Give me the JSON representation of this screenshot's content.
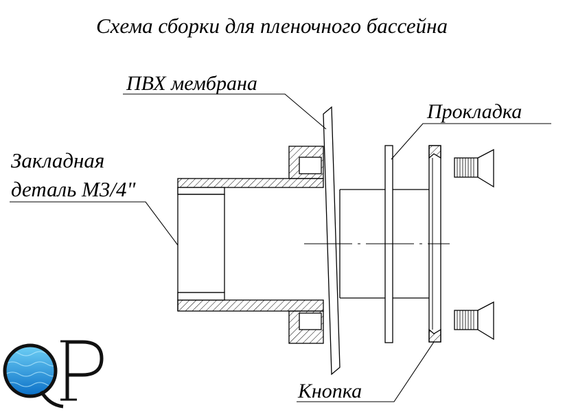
{
  "title": "Схема сборки для пленочного бассейна",
  "labels": {
    "membrane": "ПВХ мембрана",
    "gasket": "Прокладка",
    "embedded_line1": "Закладная",
    "embedded_line2": "деталь М3/4\"",
    "button": "Кнопка"
  },
  "logo": {
    "letters": "QP",
    "colors": {
      "water_light": "#6fd0f5",
      "water_dark": "#0a6fc7",
      "outline": "#111111"
    }
  },
  "line_color": "#000000"
}
